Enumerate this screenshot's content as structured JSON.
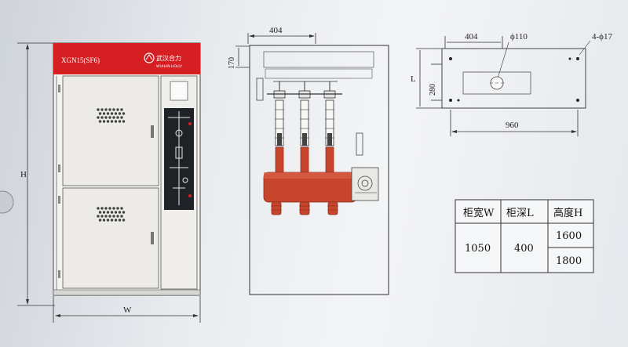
{
  "cabinet": {
    "model": "XGN15(SF6)",
    "brand_cn": "武汉合力",
    "brand_en": "WUHAN HOLLY",
    "height_label": "H",
    "width_label": "W"
  },
  "side_view": {
    "width_dim": "404",
    "top_dim": "170"
  },
  "plan_view": {
    "width_dim": "404",
    "hole_dim": "ϕ110",
    "bolt_dim": "4-ϕ17",
    "depth_label": "L",
    "depth_dim": "280",
    "length_dim": "960"
  },
  "table": {
    "headers": [
      "柜宽W",
      "柜深L",
      "高度H"
    ],
    "width": "1050",
    "depth": "400",
    "heights": [
      "1600",
      "1800"
    ]
  },
  "colors": {
    "accent_red": "#d51f23",
    "breaker_orange": "#c8452d"
  }
}
